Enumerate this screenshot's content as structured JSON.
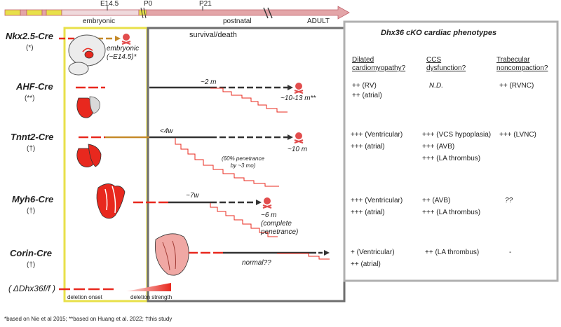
{
  "timeline": {
    "e145": "E14.5",
    "p0": "P0",
    "p21": "P21",
    "embryonic": "embryonic",
    "postnatal": "postnatal",
    "adult": "ADULT"
  },
  "survival_title": "survival/death",
  "phenotype_title": "Dhx36 cKO cardiac phenotypes",
  "columns": {
    "dcm": [
      "Dilated",
      "cardiomyopathy?"
    ],
    "ccs": [
      "CCS",
      "dysfunction?"
    ],
    "trab": [
      "Trabecular",
      "noncompaction?"
    ]
  },
  "rows": [
    {
      "name": "Nkx2.5-Cre",
      "cite": "(*)",
      "annot": [
        "embryonic",
        "(~E14.5)*"
      ]
    },
    {
      "name": "AHF-Cre",
      "cite": "(**)",
      "annot_start": "~2 m",
      "annot_end": "~10-13 m**"
    },
    {
      "name": "Tnnt2-Cre",
      "cite": "(†)",
      "annot_start": "<4w",
      "annot_end": "~10 m",
      "annot_mid": [
        "(60% penetrance",
        "by ~3 mo)"
      ]
    },
    {
      "name": "Myh6-Cre",
      "cite": "(†)",
      "annot_start": "~7w",
      "annot_end": [
        "~6 m",
        "(complete",
        "penetrance)"
      ]
    },
    {
      "name": "Corin-Cre",
      "cite": "(†)",
      "annot_mid": "normal??"
    }
  ],
  "phenotypes": {
    "ahf": {
      "dcm": [
        "++ (RV)",
        "++ (atrial)"
      ],
      "ccs": [
        "N.D."
      ],
      "trab": [
        "++ (RVNC)"
      ]
    },
    "tnnt2": {
      "dcm": [
        "+++ (Ventricular)",
        "+++ (atrial)"
      ],
      "ccs": [
        "+++ (VCS hypoplasia)",
        "+++ (AVB)",
        "+++ (LA thrombus)"
      ],
      "trab": [
        "+++ (LVNC)"
      ]
    },
    "myh6": {
      "dcm": [
        "+++ (Ventricular)",
        "+++ (atrial)"
      ],
      "ccs": [
        "++ (AVB)",
        "+++ (LA thrombus)"
      ],
      "trab": [
        "??"
      ]
    },
    "corin": {
      "dcm": [
        "+ (Ventricular)",
        "++ (atrial)"
      ],
      "ccs": [
        "++ (LA thrombus)"
      ],
      "trab": [
        "-"
      ]
    }
  },
  "legend": {
    "genotype": "( ΔDhx36f/f )",
    "deletion_onset": "deletion onset",
    "deletion_strength": "deletion strength"
  },
  "footnote": "*based on Nie et al 2015; **based on Huang et al. 2022; †this study",
  "colors": {
    "embryonic_box": "#e8e04a",
    "postnatal_box": "#6e6e6e",
    "phenotype_box": "#b0b0b0",
    "deletion": "#e8281e",
    "survival_line": "#333333",
    "death_icon": "#e24d4d",
    "timeline_fill": "#e3a5a8",
    "timeline_stroke": "#c0606a"
  }
}
